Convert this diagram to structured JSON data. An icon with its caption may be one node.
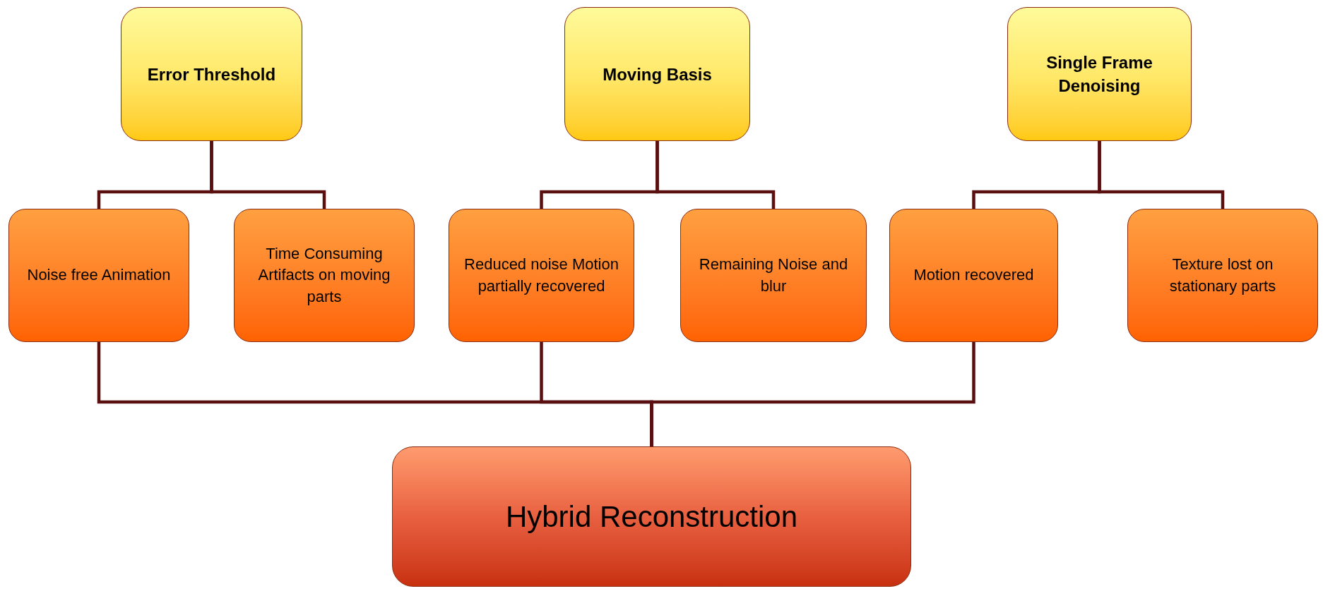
{
  "diagram": {
    "nodes": [
      {
        "text": [
          "Error Threshold"
        ]
      },
      {
        "text": [
          "Noise free Animation"
        ]
      },
      {
        "text": [
          "Time Consuming Artifacts on moving parts"
        ]
      },
      {
        "text": [
          "Moving Basis"
        ]
      },
      {
        "text": [
          "Reduced noise Motion partially recovered"
        ]
      },
      {
        "text": [
          "Remaining Noise and blur"
        ]
      },
      {
        "text": [
          "Single Frame Denoising"
        ]
      },
      {
        "text": [
          "Motion recovered"
        ]
      },
      {
        "text": [
          "Texture lost on stationary parts"
        ]
      },
      {
        "text": [
          "Hybrid Reconstruction"
        ]
      }
    ],
    "edges": [
      {
        "from": 0,
        "to": 1,
        "arrow": "none"
      },
      {
        "from": 0,
        "to": 2,
        "arrow": "none"
      },
      {
        "from": 3,
        "to": 4,
        "arrow": "none"
      },
      {
        "from": 3,
        "to": 5,
        "arrow": "none"
      },
      {
        "from": 6,
        "to": 7,
        "arrow": "none"
      },
      {
        "from": 6,
        "to": 8,
        "arrow": "none"
      },
      {
        "from": 1,
        "to": 9,
        "arrow": "none"
      },
      {
        "from": 4,
        "to": 9,
        "arrow": "none"
      },
      {
        "from": 7,
        "to": 9,
        "arrow": "none"
      }
    ]
  }
}
